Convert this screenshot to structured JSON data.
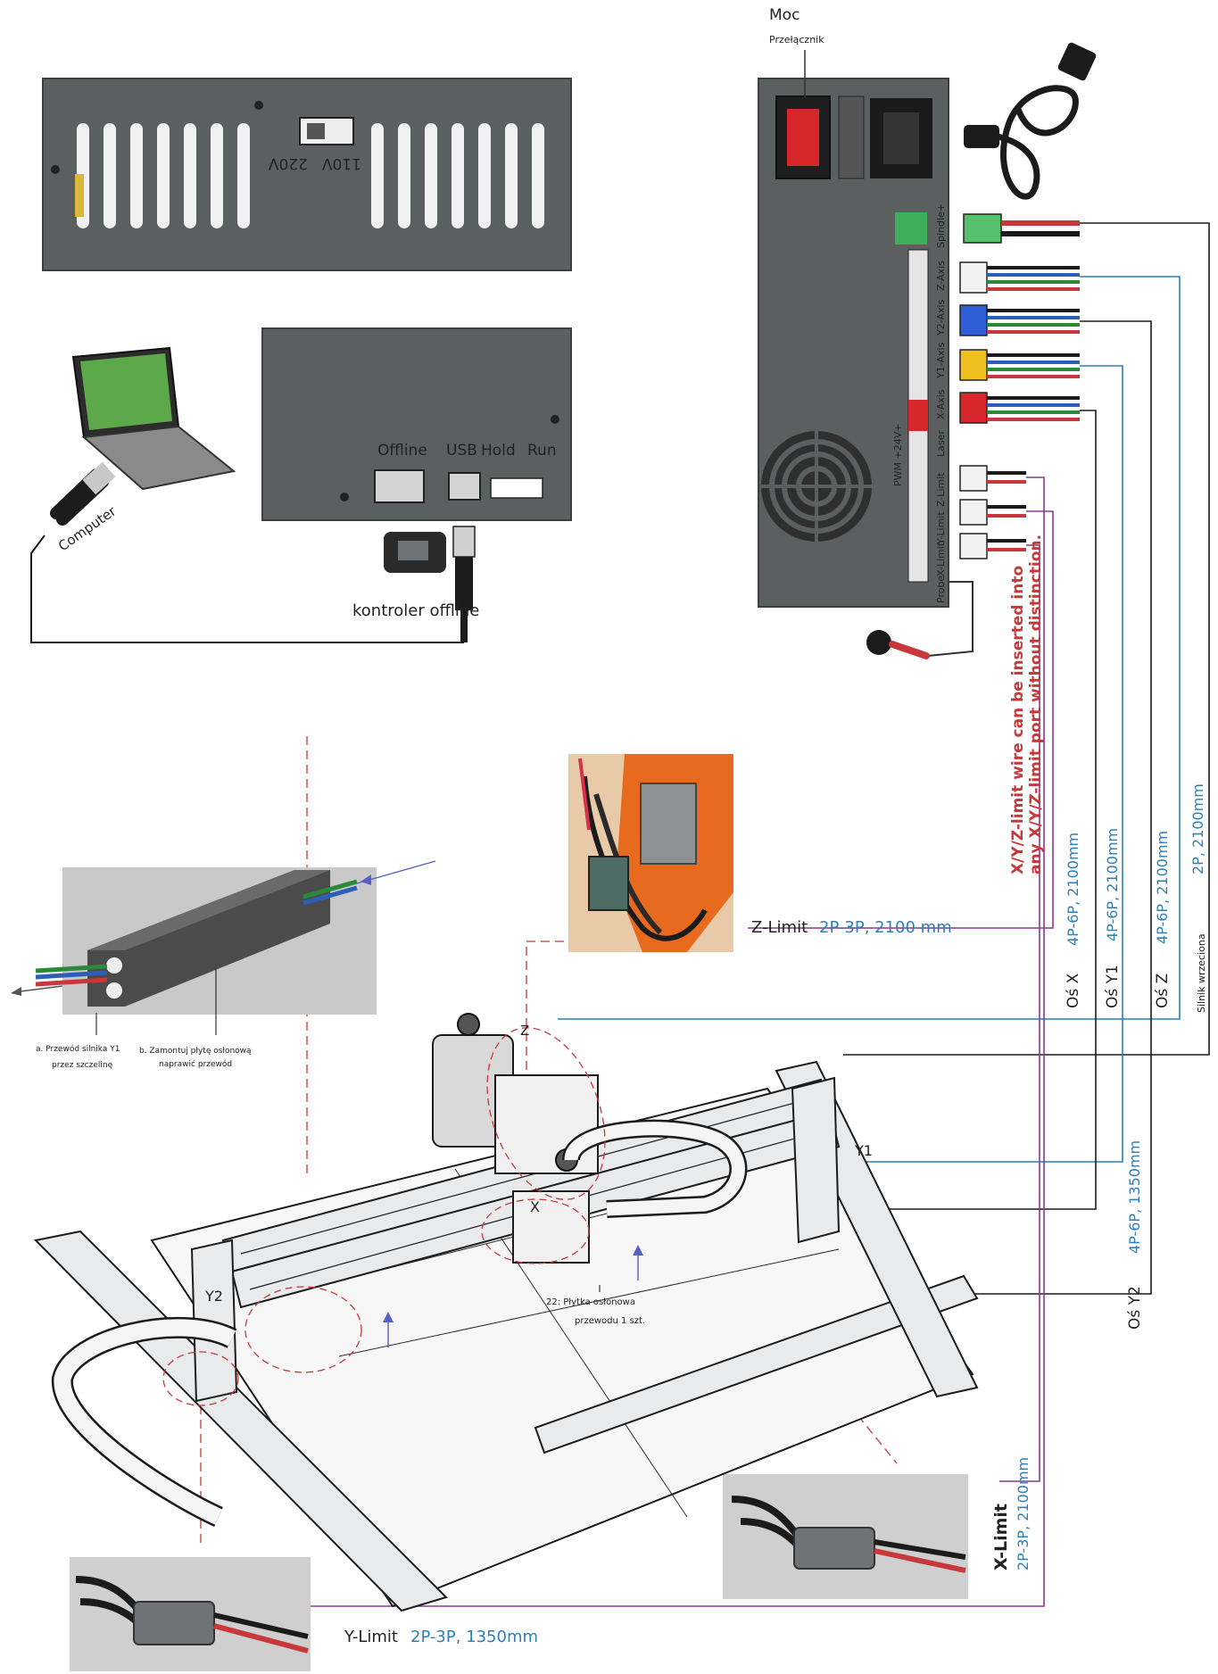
{
  "header": {
    "title": "Moc",
    "subtitle": "Przełącznik"
  },
  "psu": {
    "v1": "110V",
    "v2": "220V"
  },
  "controller": {
    "ports": {
      "offline": "Offline",
      "usb": "USB",
      "hold": "Hold",
      "run": "Run"
    },
    "offline_label": "kontroler offline",
    "computer_label": "Computer"
  },
  "board": {
    "ports": [
      "Spindle+",
      "Z-Axis",
      "Y2-Axis",
      "Y1-Axis",
      "X-Axis",
      "Laser",
      "PWM +24V+",
      "Z-Limit",
      "Y-Limit",
      "X-Limit",
      "Probe"
    ]
  },
  "connections": {
    "z_limit_name": "Z-Limit",
    "z_limit_spec": "2P-3P,  2100  mm",
    "y_limit_name": "Y-Limit",
    "y_limit_spec": "2P-3P,  1350mm",
    "x_limit_name": "X-Limit",
    "x_limit_spec": "2P-3P, 2100mm",
    "axis_x": "Oś  X",
    "axis_x_spec": "4P-6P, 2100mm",
    "axis_y1": "Oś  Y1",
    "axis_y1_spec": "4P-6P, 2100mm",
    "axis_z": "Oś  Z",
    "axis_z_spec": "4P-6P, 2100mm",
    "spindle": "Silnik wrzeciona",
    "spindle_spec": "2P, 2100mm",
    "axis_y2": "Oś  Y2",
    "axis_y2_spec": "4P-6P, 1350mm",
    "note_line1": "X/Y/Z-limit wire can be inserted into",
    "note_line2": "any X/Y/Z-limit port without distinction."
  },
  "cable_guard": {
    "a_line1": "a. Przewód silnika Y1",
    "a_line2": "przez szczelinę",
    "b_line1": "b. Zamontuj płytę osłonową",
    "b_line2": "naprawić przewód",
    "plate_line1": "22: Płytka osłonowa",
    "plate_line2": "przewodu 1 szt."
  },
  "machine": {
    "z": "Z",
    "x": "X",
    "y1": "Y1",
    "y2": "Y2"
  },
  "colors": {
    "blue": "#2e7fb8",
    "red": "#c8383a",
    "purple": "#8a3a8f",
    "cable": "#1b1b1b"
  }
}
